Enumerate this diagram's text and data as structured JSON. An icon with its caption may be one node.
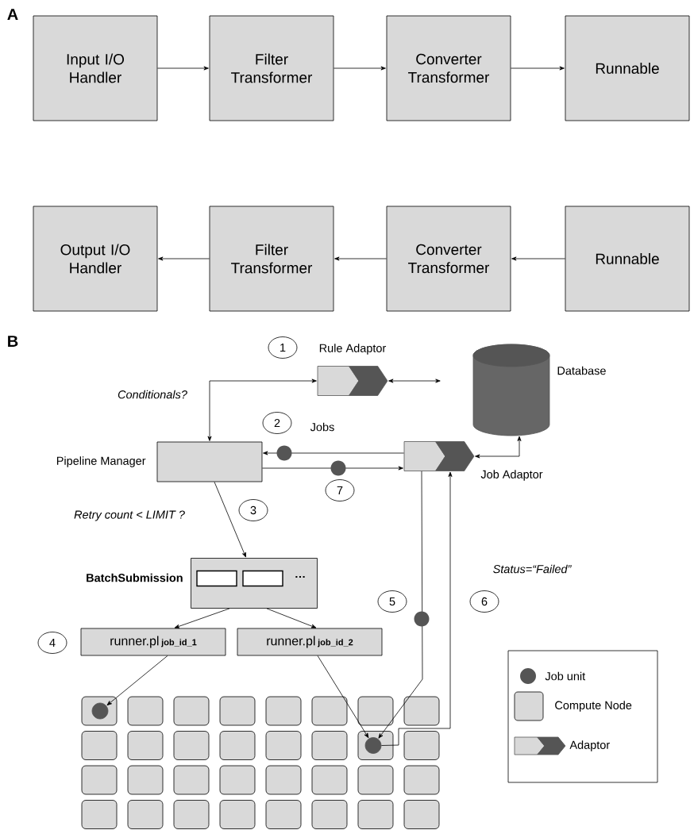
{
  "diagram": {
    "nodes": [
      {
        "text": [
          "Input I/O Handler"
        ]
      },
      {
        "text": [
          "Filter Transformer"
        ]
      },
      {
        "text": [
          "Converter Transformer"
        ]
      },
      {
        "text": [
          "Runnable"
        ]
      },
      {
        "text": [
          "Output I/O Handler"
        ]
      },
      {
        "text": [
          "Filter Transformer"
        ]
      },
      {
        "text": [
          "Converter Transformer"
        ]
      },
      {
        "text": [
          "Runnable"
        ]
      },
      {
        "text": [
          "Rule Adaptor"
        ]
      },
      {
        "text": [
          "Database"
        ]
      },
      {
        "text": [
          "Pipeline Manager"
        ]
      },
      {
        "text": [
          "Job Adaptor"
        ]
      },
      {
        "text": [
          "BatchSubmission",
          "…"
        ]
      },
      {
        "text": [],
        "shape": "box",
        "in": 12
      },
      {
        "text": [],
        "shape": "box",
        "in": 12
      },
      {
        "text": [
          "runner.pl",
          "job_id_1"
        ]
      },
      {
        "text": [
          "runner.pl",
          "job_id_2"
        ]
      },
      {
        "text": [],
        "shape": "box"
      },
      {
        "text": [],
        "shape": "box"
      },
      {
        "text": [],
        "shape": "box"
      },
      {
        "text": [],
        "shape": "box"
      },
      {
        "text": [],
        "shape": "box"
      },
      {
        "text": [],
        "shape": "box"
      },
      {
        "text": [],
        "shape": "box"
      },
      {
        "text": [],
        "shape": "box"
      },
      {
        "text": [],
        "shape": "box"
      },
      {
        "text": [],
        "shape": "box"
      },
      {
        "text": [],
        "shape": "box"
      },
      {
        "text": [],
        "shape": "box"
      },
      {
        "text": [],
        "shape": "box"
      },
      {
        "text": [],
        "shape": "box"
      },
      {
        "text": [],
        "shape": "box"
      },
      {
        "text": [],
        "shape": "box"
      },
      {
        "text": [],
        "shape": "box"
      },
      {
        "text": [],
        "shape": "box"
      },
      {
        "text": [],
        "shape": "box"
      },
      {
        "text": [],
        "shape": "box"
      },
      {
        "text": [],
        "shape": "box"
      },
      {
        "text": [],
        "shape": "box"
      },
      {
        "text": [],
        "shape": "box"
      },
      {
        "text": [],
        "shape": "box"
      },
      {
        "text": [],
        "shape": "box"
      },
      {
        "text": [],
        "shape": "box"
      },
      {
        "text": [],
        "shape": "box"
      },
      {
        "text": [],
        "shape": "box"
      },
      {
        "text": [],
        "shape": "box"
      },
      {
        "text": [],
        "shape": "box"
      },
      {
        "text": [],
        "shape": "box"
      },
      {
        "text": [],
        "shape": "box"
      },
      {
        "text": [],
        "shape": "circle",
        "in": 17
      },
      {
        "text": [],
        "shape": "circle",
        "in": 31
      }
    ],
    "edges": [
      {
        "from": 0,
        "to": 1,
        "arrow": "to"
      },
      {
        "from": 1,
        "to": 2,
        "arrow": "to"
      },
      {
        "from": 2,
        "to": 3,
        "arrow": "to"
      },
      {
        "from": 7,
        "to": 6,
        "arrow": "to"
      },
      {
        "from": 6,
        "to": 5,
        "arrow": "to"
      },
      {
        "from": 5,
        "to": 4,
        "arrow": "to"
      },
      {
        "from": 10,
        "to": 8,
        "arrow": "both"
      },
      {
        "from": 8,
        "to": null,
        "arrow": "both"
      },
      {
        "from": 11,
        "to": 10,
        "arrow": "to"
      },
      {
        "from": 10,
        "to": 11,
        "arrow": "to"
      },
      {
        "from": 11,
        "to": 9,
        "arrow": "both"
      },
      {
        "from": 10,
        "to": 12,
        "arrow": "to"
      },
      {
        "from": 12,
        "to": 15,
        "arrow": "to"
      },
      {
        "from": 12,
        "to": 16,
        "arrow": "to"
      },
      {
        "from": 15,
        "to": 49,
        "arrow": "to"
      },
      {
        "from": 16,
        "to": 50,
        "arrow": "to"
      },
      {
        "from": 11,
        "to": 50,
        "arrow": "to"
      },
      {
        "from": 50,
        "to": 11,
        "arrow": "to"
      }
    ],
    "labels": [
      "A",
      "B",
      "1",
      "Conditionals?",
      "2",
      "Jobs",
      "7",
      "Retry count  < LIMIT ?",
      "3",
      "Status=“Failed”",
      "5",
      "6",
      "4"
    ],
    "legend": [
      {
        "text": "Job unit"
      },
      {
        "text": "Compute Node"
      },
      {
        "text": "Adaptor"
      }
    ]
  }
}
